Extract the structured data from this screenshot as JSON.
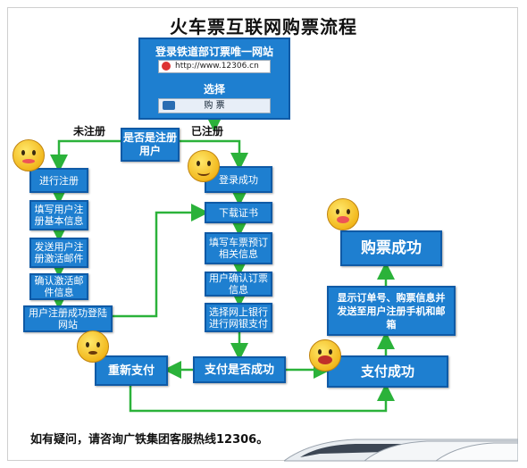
{
  "title": "火车票互联网购票流程",
  "panel": {
    "title": "登录铁道部订票唯一网站",
    "url": "http://www.12306.cn",
    "select_label": "选择",
    "buy_label": "购 票"
  },
  "labels": {
    "unregistered": "未注册",
    "registered": "已注册"
  },
  "nodes": {
    "is_registered": "是否是注册用户",
    "do_register": "进行注册",
    "fill_info": "填写用户注册基本信息",
    "send_email": "发送用户注册激活邮件",
    "confirm_email": "确认激活邮件信息",
    "register_success": "用户注册成功登陆网站",
    "login_success": "登录成功",
    "download_cert": "下载证书",
    "fill_order": "填写车票预订相关信息",
    "confirm_order": "用户确认订票信息",
    "bank_pay": "选择网上银行进行网银支付",
    "pay_check": "支付是否成功",
    "repay": "重新支付",
    "pay_success": "支付成功",
    "show_order": "显示订单号、购票信息并发送至用户注册手机和邮箱",
    "buy_success": "购票成功"
  },
  "footer": "如有疑问，请咨询广铁集团客服热线12306。",
  "colors": {
    "box": "#1e7fd0",
    "arrow": "#2bb23a"
  }
}
